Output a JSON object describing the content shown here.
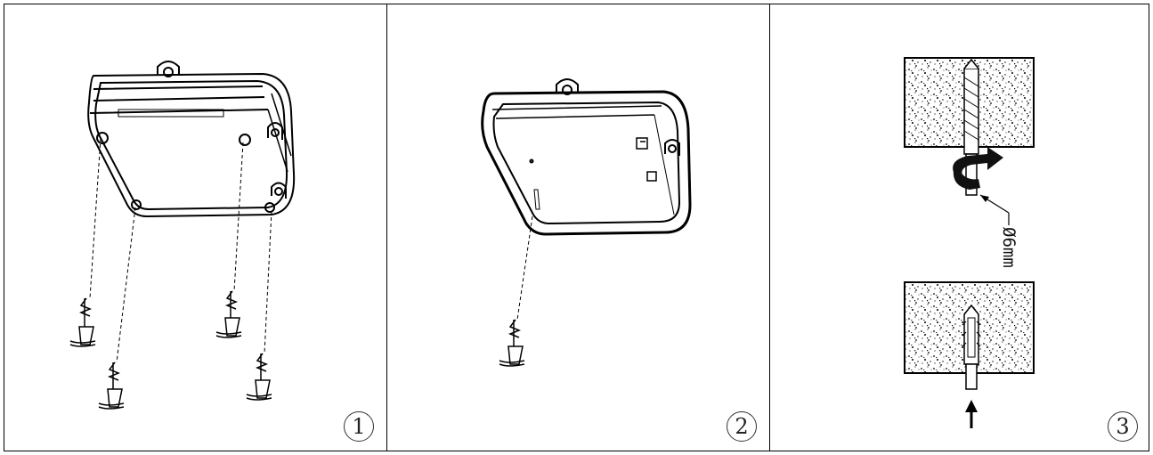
{
  "steps": [
    {
      "number": "1"
    },
    {
      "number": "2"
    },
    {
      "number": "3"
    }
  ],
  "drill": {
    "diameter_label": "Ø6mm"
  }
}
